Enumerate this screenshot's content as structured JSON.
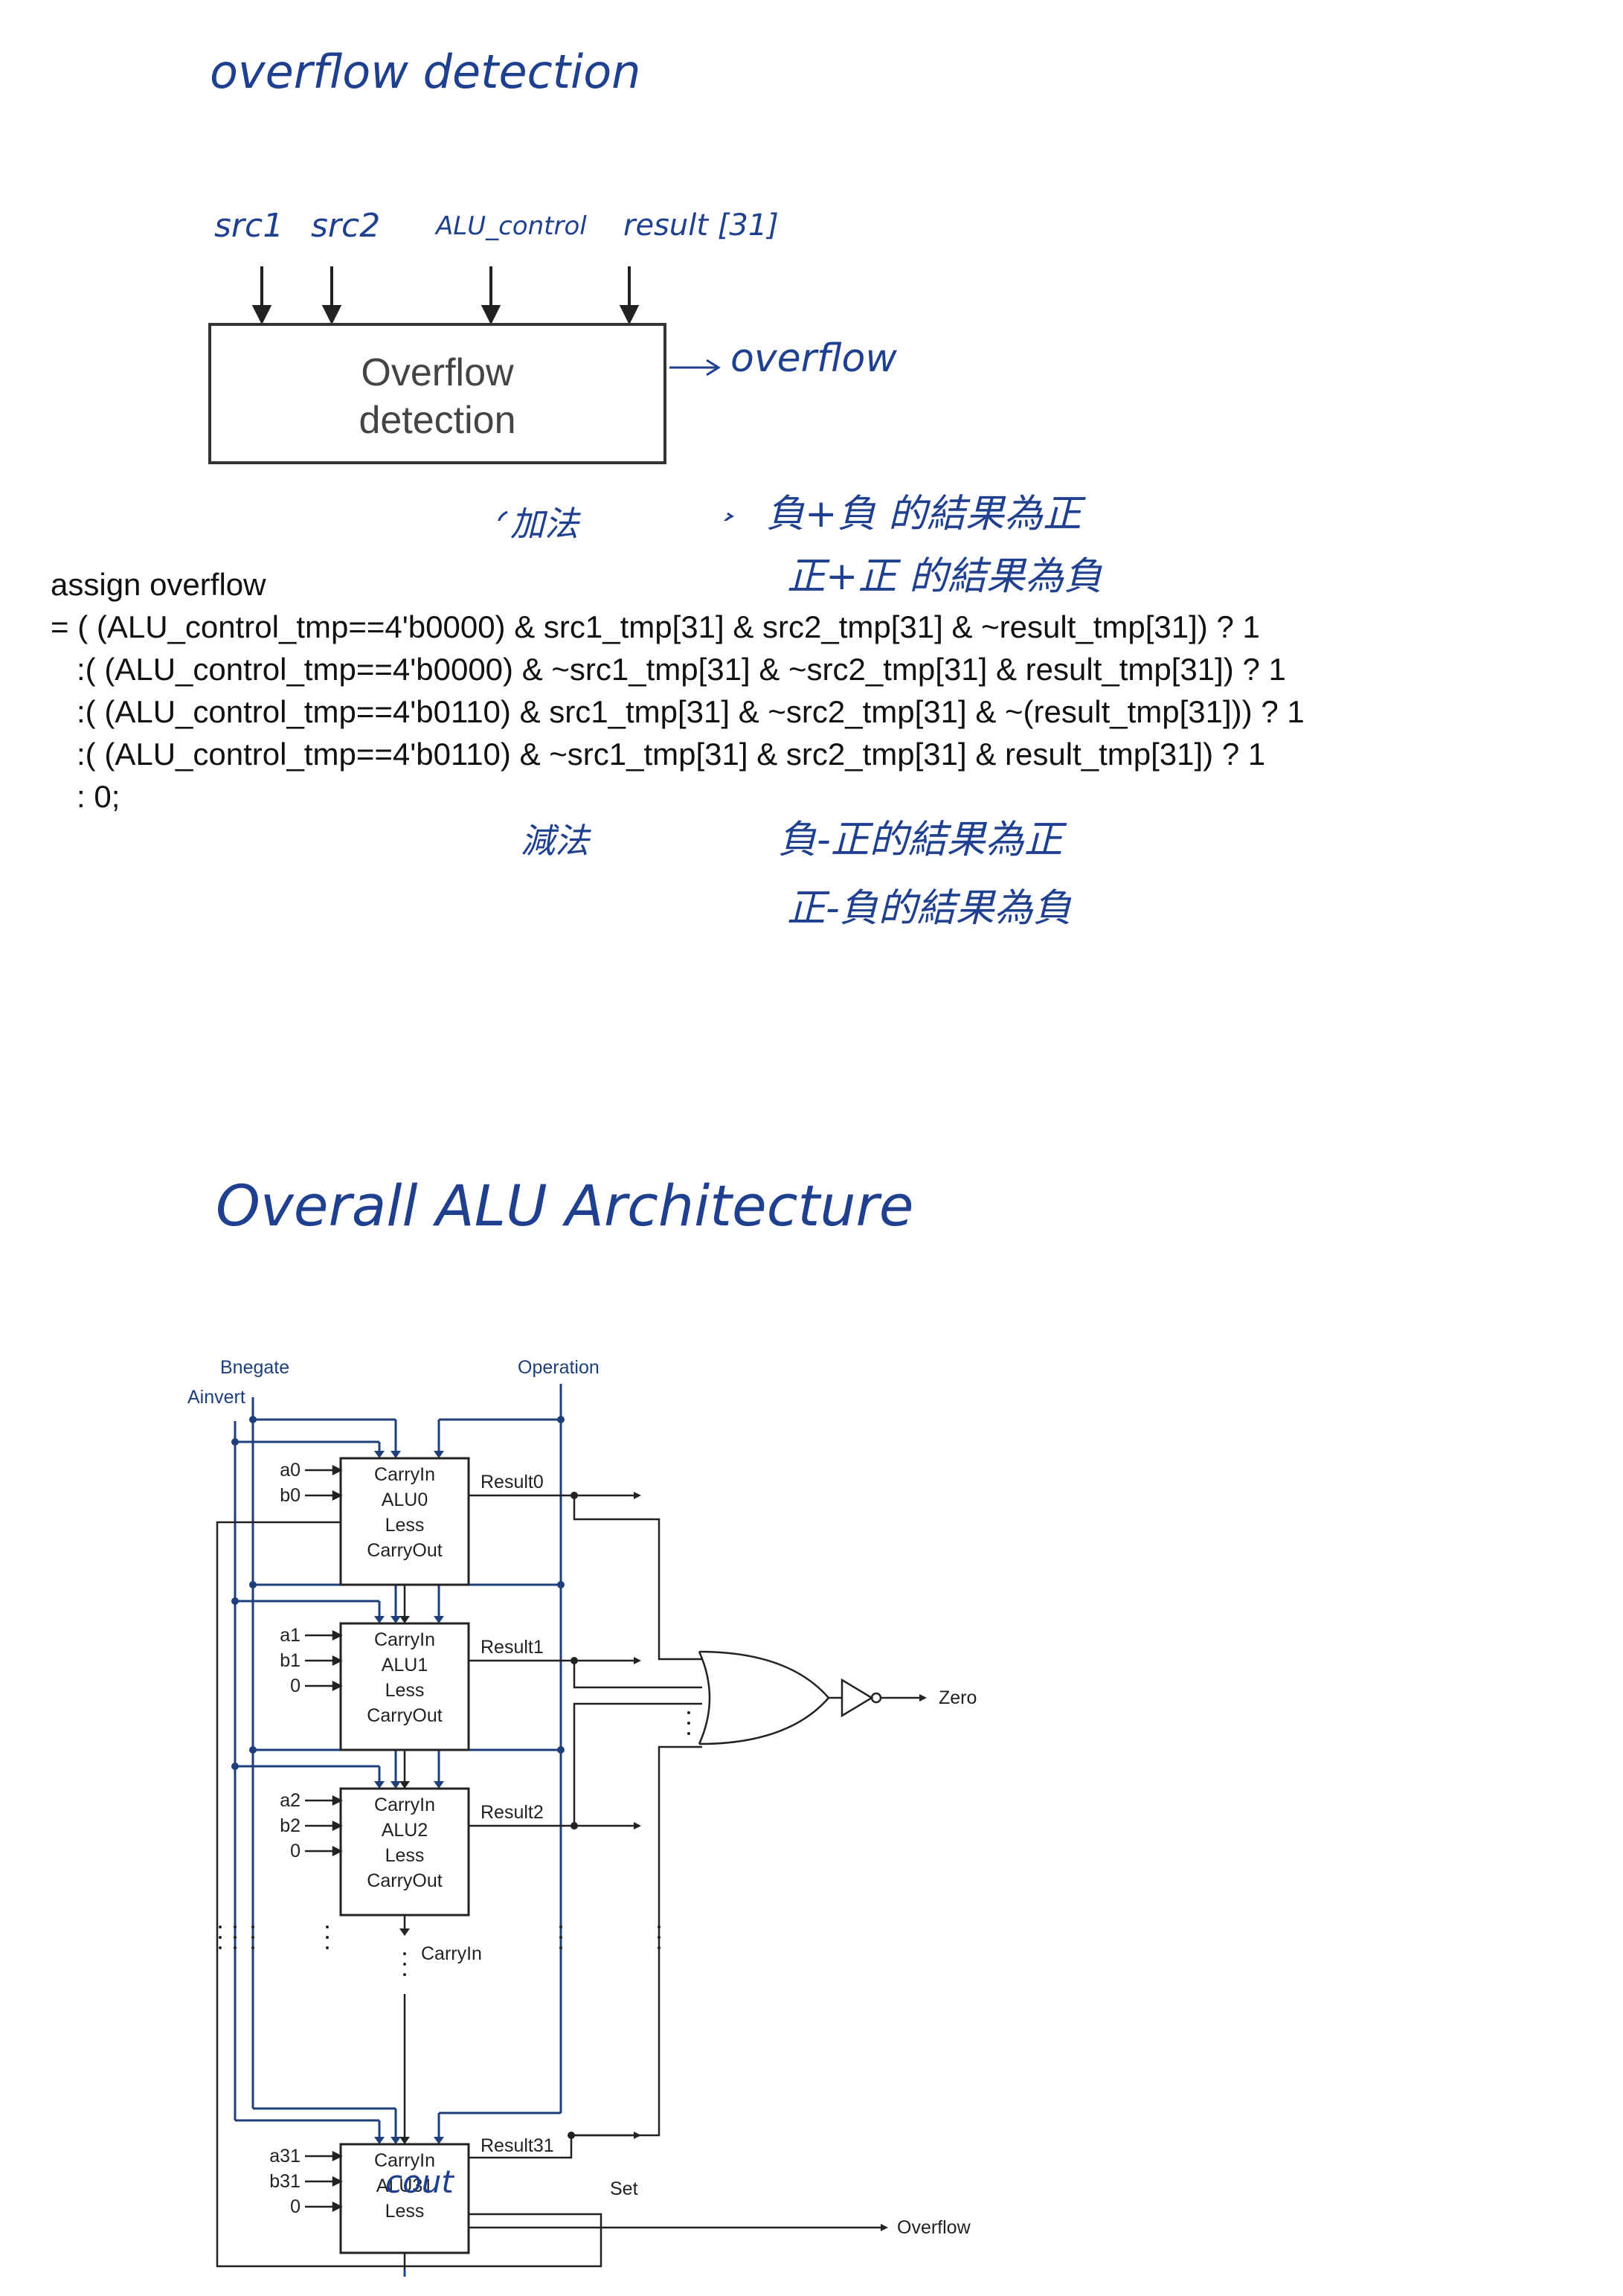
{
  "section1": {
    "title": "overflow detection",
    "inputs": [
      "src1",
      "src2",
      "ALU_control",
      "result [31]"
    ],
    "box_lines": [
      "Overflow",
      "detection"
    ],
    "output": "overflow",
    "note_add": "加法",
    "note_add_cases": [
      "負+負 的結果為正",
      "正+正 的結果為負"
    ],
    "note_sub": "減法",
    "note_sub_cases": [
      "負-正的結果為正",
      "正-負的結果為負"
    ]
  },
  "code": {
    "lines": [
      "assign overflow",
      "= ( (ALU_control_tmp==4'b0000) & src1_tmp[31] & src2_tmp[31] & ~result_tmp[31]) ? 1",
      "   :( (ALU_control_tmp==4'b0000) & ~src1_tmp[31] & ~src2_tmp[31] & result_tmp[31]) ? 1",
      "   :( (ALU_control_tmp==4'b0110) & src1_tmp[31] & ~src2_tmp[31] & ~(result_tmp[31])) ? 1",
      "   :( (ALU_control_tmp==4'b0110) & ~src1_tmp[31] & src2_tmp[31] & result_tmp[31]) ? 1",
      "   : 0;"
    ]
  },
  "section2": {
    "title": "Overall ALU Architecture",
    "signals": {
      "bnegate": "Bnegate",
      "ainvert": "Ainvert",
      "operation": "Operation"
    },
    "alus": [
      {
        "inputs": [
          "a0",
          "b0"
        ],
        "lines": [
          "CarryIn",
          "ALU0",
          "Less",
          "CarryOut"
        ],
        "result": "Result0"
      },
      {
        "inputs": [
          "a1",
          "b1",
          "0"
        ],
        "lines": [
          "CarryIn",
          "ALU1",
          "Less",
          "CarryOut"
        ],
        "result": "Result1"
      },
      {
        "inputs": [
          "a2",
          "b2",
          "0"
        ],
        "lines": [
          "CarryIn",
          "ALU2",
          "Less",
          "CarryOut"
        ],
        "result": "Result2"
      },
      {
        "inputs": [
          "a31",
          "b31",
          "0"
        ],
        "lines": [
          "CarryIn",
          "ALU31",
          "Less"
        ],
        "result": "Result31"
      }
    ],
    "carry_in_label": "CarryIn",
    "set_label": "Set",
    "overflow_label": "Overflow",
    "zero_label": "Zero",
    "cout_note": "cout"
  }
}
